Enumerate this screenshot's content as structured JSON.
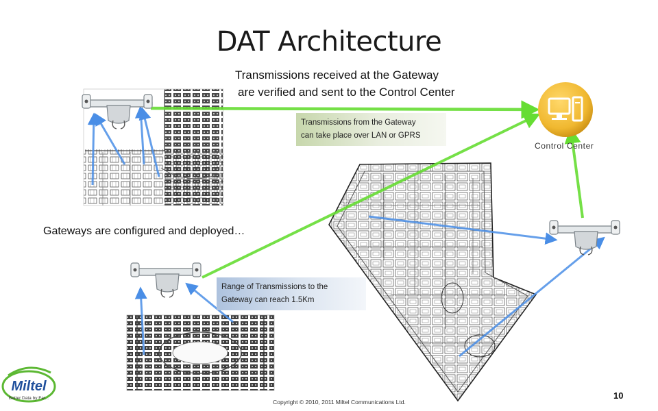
{
  "slide": {
    "title": "DAT Architecture",
    "caption_top_line1": "Transmissions received at the Gateway",
    "caption_top_line2": "are verified and sent  to the Control Center",
    "caption_gateways": "Gateways are configured and deployed…",
    "callout_lan_line1": "Transmissions from the Gateway",
    "callout_lan_line2": "can take place over LAN or GPRS",
    "callout_range_line1": "Range of Transmissions to the",
    "callout_range_line2": "Gateway can reach 1.5Km",
    "control_center_label": "Control Center",
    "copyright": "Copyright © 2010, 2011 Miltel Communications Ltd.",
    "page_number": "10"
  },
  "logo": {
    "name": "Miltel",
    "tagline": "Better Data by Far..."
  },
  "colors": {
    "uplink_green": "#66dd33",
    "sensor_blue": "#4a8ee6",
    "control_center_gold": "#f0b830",
    "logo_blue": "#1f4f9c",
    "logo_green": "#5cb833"
  },
  "icons": [
    "gateway-icon",
    "computer-icon",
    "site-map-image"
  ]
}
